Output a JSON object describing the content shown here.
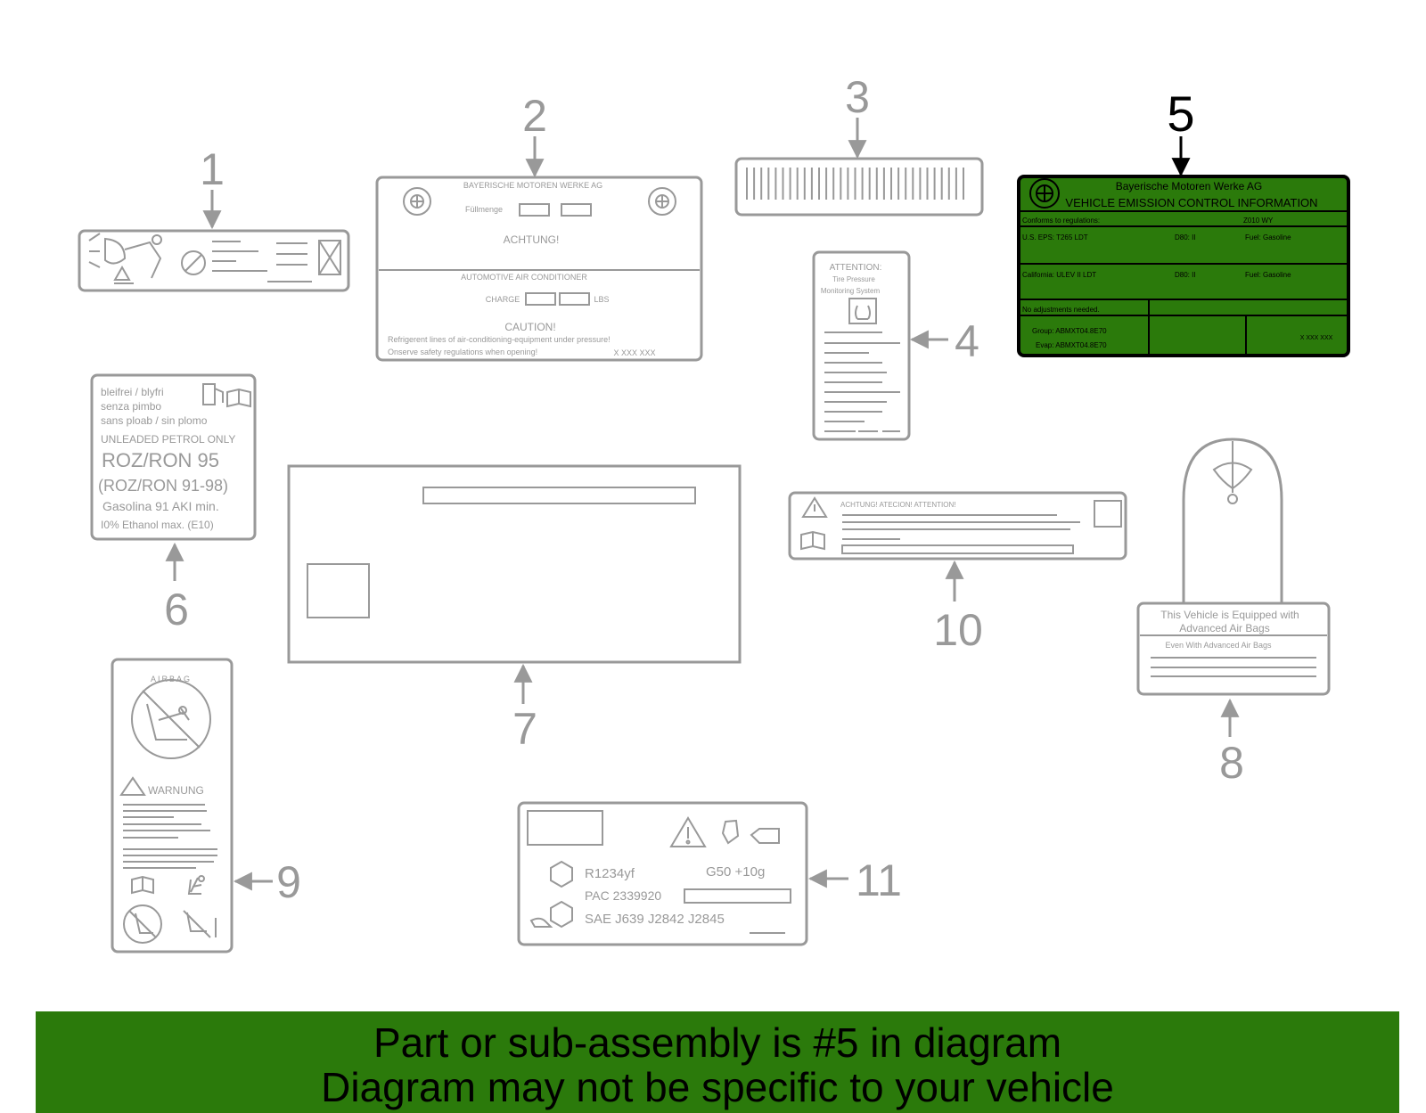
{
  "colors": {
    "label_gray": "#999999",
    "highlight_green": "#2b7a0b",
    "highlight_text": "#000000",
    "banner_green": "#2b7a0b"
  },
  "callouts": {
    "c1": "1",
    "c2": "2",
    "c3": "3",
    "c4": "4",
    "c5": "5",
    "c6": "6",
    "c7": "7",
    "c8": "8",
    "c9": "9",
    "c10": "10",
    "c11": "11"
  },
  "label2": {
    "maker": "BAYERISCHE MOTOREN WERKE AG",
    "fullmenge": "Füllmenge",
    "achtung": "ACHTUNG!",
    "ac": "AUTOMOTIVE AIR CONDITIONER",
    "charge": "CHARGE",
    "lbs": "LBS",
    "caution": "CAUTION!",
    "line1": "Refrigerent lines of air-conditioning-equipment under pressure!",
    "line2": "Onserve safety regulations when opening!",
    "code": "X XXX XXX"
  },
  "label4": {
    "attention": "ATTENTION:",
    "tpms1": "Tire Pressure",
    "tpms2": "Monitoring System"
  },
  "label5": {
    "maker": "Bayerische Motoren Werke AG",
    "title": "VEHICLE EMISSION CONTROL INFORMATION",
    "conforms": "Conforms to regulations:",
    "model_year": "Z010 WY",
    "us_eps": "U.S. EPS: T265 LDT",
    "obd1": "D80: II",
    "fuel1": "Fuel: Gasoline",
    "california": "California: ULEV II LDT",
    "obd2": "D80: II",
    "fuel2": "Fuel: Gasoline",
    "no_adjust": "No adjustments needed.",
    "group": "Group: ABMXT04.8E70",
    "evap": "Evap: ABMXT04.8E70",
    "code": "X XXX XXX"
  },
  "label6": {
    "l1": "bleifrei / blyfri",
    "l2": "senza pimbo",
    "l3": "sans ploab  / sin plomo",
    "l4": "UNLEADED PETROL ONLY",
    "l5": "ROZ/RON 95",
    "l6": "(ROZ/RON 91-98)",
    "l7": "Gasolina 91 AKI min.",
    "l8": "I0% Ethanol max. (E10)"
  },
  "label8": {
    "l1": "This Vehicle is Equipped with",
    "l2": "Advanced Air Bags",
    "l3": "Even With Advanced Air Bags"
  },
  "label9": {
    "airbag": "AIRBAG",
    "warnung": "WARNUNG"
  },
  "label10": {
    "header": "ACHTUNG!  ATECION!  ATTENTION!"
  },
  "label11": {
    "refrigerant": "R1234yf",
    "oil": "G50  +10g",
    "pac": "PAC 2339920",
    "sae": "SAE J639  J2842  J2845"
  },
  "banner": {
    "line1": "Part or sub-assembly is #5 in diagram",
    "line2": "Diagram may not be specific to your vehicle"
  }
}
